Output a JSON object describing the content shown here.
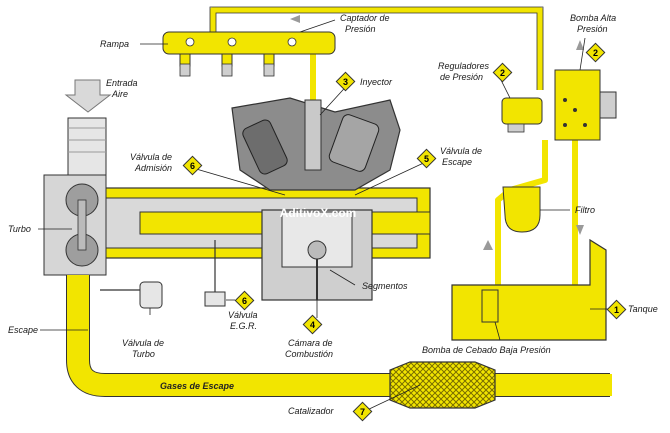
{
  "labels": {
    "rampa": "Rampa",
    "captador": [
      "Captador de",
      "Presión"
    ],
    "bomba_alta": [
      "Bomba Alta",
      "Presión"
    ],
    "reguladores": [
      "Reguladores",
      "de Presión"
    ],
    "inyector": "Inyector",
    "entrada_aire": [
      "Entrada",
      "Aire"
    ],
    "valvula_admision": [
      "Válvula de",
      "Admisión"
    ],
    "valvula_escape": [
      "Válvula de",
      "Escape"
    ],
    "filtro": "Filtro",
    "turbo": "Turbo",
    "segmentos": "Segmentos",
    "valvula_egr": [
      "Válvula",
      "E.G.R."
    ],
    "escape": "Escape",
    "valvula_turbo": [
      "Válvula de",
      "Turbo"
    ],
    "camara": [
      "Cámara de",
      "Combustión"
    ],
    "bomba_cebado": "Bomba de Cebado Baja Presión",
    "tanque": "Tanque",
    "gases_escape": "Gases de Escape",
    "catalizador": "Catalizador",
    "watermark": "AditivoX.com"
  },
  "markers": {
    "tanque": "1",
    "bomba_alta": "2",
    "reguladores": "2",
    "inyector": "3",
    "camara": "4",
    "valvula_escape": "5",
    "valvula_admision": "6",
    "valvula_egr": "6",
    "catalizador": "7"
  },
  "colors": {
    "yellow": "#f2e500",
    "outline": "#333333",
    "engine_gray": "#8c8c8c",
    "engine_dark": "#3a3a3a",
    "silver": "#d6d6d6",
    "arrow": "#9a9a9a"
  }
}
